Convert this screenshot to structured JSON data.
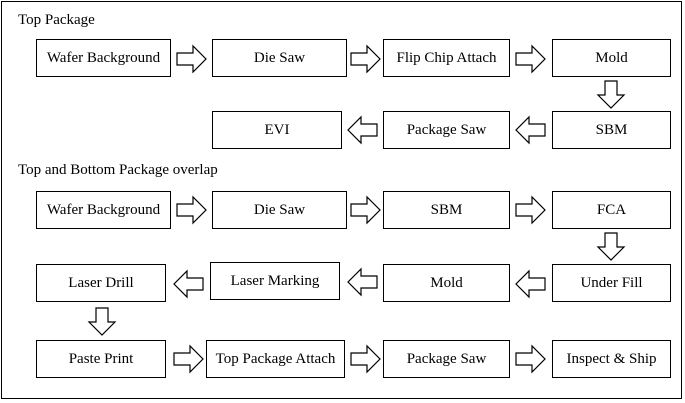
{
  "top_package": {
    "title": "Top Package",
    "steps": [
      "Wafer Background",
      "Die Saw",
      "Flip Chip Attach",
      "Mold",
      "SBM",
      "Package Saw",
      "EVI"
    ]
  },
  "overlap": {
    "title": "Top and Bottom Package overlap",
    "steps": [
      "Wafer Background",
      "Die Saw",
      "SBM",
      "FCA",
      "Under Fill",
      "Mold",
      "Laser Marking",
      "Laser Drill",
      "Paste Print",
      "Top Package Attach",
      "Package Saw",
      "Inspect & Ship"
    ]
  }
}
